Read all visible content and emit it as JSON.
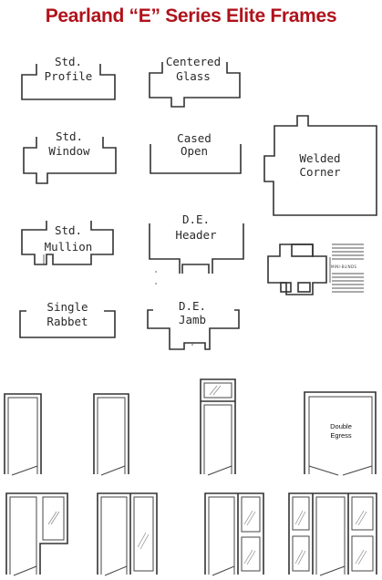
{
  "title": "Pearland “E” Series Elite Frames",
  "profiles": [
    {
      "key": "std_profile",
      "line1": "Std.",
      "line2": "Profile"
    },
    {
      "key": "centered_glass",
      "line1": "Centered",
      "line2": "Glass"
    },
    {
      "key": "std_window",
      "line1": "Std.",
      "line2": "Window"
    },
    {
      "key": "cased_open",
      "line1": "Cased",
      "line2": "Open"
    },
    {
      "key": "welded_corner",
      "line1": "Welded",
      "line2": "Corner"
    },
    {
      "key": "std_mullion",
      "line1": "Std.",
      "line2": "Mullion"
    },
    {
      "key": "de_header",
      "line1": "D.E.",
      "line2": "Header"
    },
    {
      "key": "single_rabbet",
      "line1": "Single",
      "line2": "Rabbet"
    },
    {
      "key": "de_jamb",
      "line1": "D.E.",
      "line2": "Jamb"
    }
  ],
  "mini_blinds_label": "MINI-BLINDS",
  "double_egress": {
    "line1": "Double",
    "line2": "Egress"
  }
}
